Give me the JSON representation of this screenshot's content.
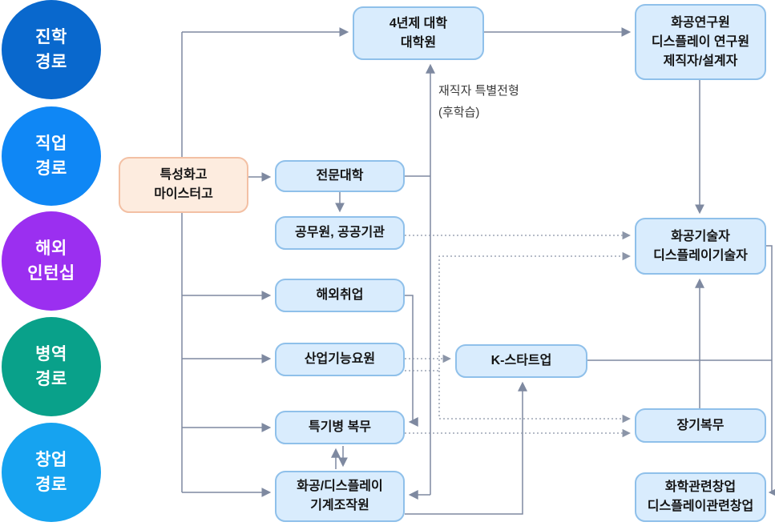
{
  "colors": {
    "node_fill": "#d9ecfd",
    "node_border": "#8fc0ea",
    "start_fill": "#fdecdf",
    "start_border": "#f3c0a4",
    "connector_solid": "#7e89a0",
    "connector_dotted": "#8b95a8"
  },
  "legend_circles": [
    {
      "id": "advance",
      "line1": "진학",
      "line2": "경로",
      "color": "#0968cd"
    },
    {
      "id": "job",
      "line1": "직업",
      "line2": "경로",
      "color": "#0f87f5"
    },
    {
      "id": "intern",
      "line1": "해외",
      "line2": "인턴십",
      "color": "#9b2ff0"
    },
    {
      "id": "military",
      "line1": "병역",
      "line2": "경로",
      "color": "#09a18a"
    },
    {
      "id": "founding",
      "line1": "창업",
      "line2": "경로",
      "color": "#16a3f0"
    }
  ],
  "nodes": {
    "start": {
      "line1": "특성화고",
      "line2": "마이스터고"
    },
    "univ4": {
      "line1": "4년제 대학",
      "line2": "대학원"
    },
    "research": {
      "line1": "화공연구원",
      "line2": "디스플레이 연구원",
      "line3": "제직자/설계자"
    },
    "college": {
      "line1": "전문대학"
    },
    "public": {
      "line1": "공무원, 공공기관"
    },
    "overseas": {
      "line1": "해외취업"
    },
    "industrial": {
      "line1": "산업기능요원"
    },
    "kstartup": {
      "line1": "K-스타트업"
    },
    "specialty": {
      "line1": "특기병 복무"
    },
    "operator": {
      "line1": "화공/디스플레이",
      "line2": "기계조작원"
    },
    "engineer": {
      "line1": "화공기술자",
      "line2": "디스플레이기술자"
    },
    "longterm": {
      "line1": "장기복무"
    },
    "venture": {
      "line1": "화학관련창업",
      "line2": "디스플레이관련창업"
    }
  },
  "annotation": {
    "line1": "재직자 특별전형",
    "line2": "(후학습)"
  }
}
